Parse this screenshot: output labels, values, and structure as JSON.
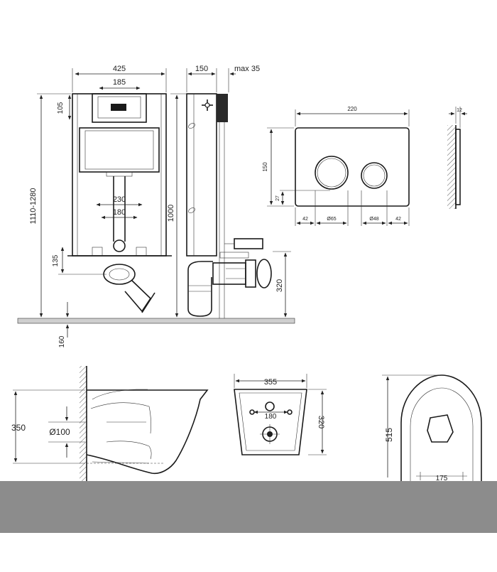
{
  "colors": {
    "line": "#1a1a1a",
    "floor": "#cfcfcf",
    "footer_band": "#8c8c8c"
  },
  "frame_front": {
    "width": "425",
    "top_width": "185",
    "top_height": "105",
    "range": "1110-1280",
    "pipe_230": "230",
    "pipe_180": "180",
    "bottom": "135",
    "floor": "160"
  },
  "frame_side": {
    "depth": "150",
    "max": "max 35",
    "height": "1000",
    "outlet": "320"
  },
  "button_plate": {
    "width": "220",
    "height": "150",
    "offset_y": "27",
    "left": "42",
    "large_btn": "Ø65",
    "small_btn": "Ø48",
    "right": "42",
    "thickness": "12"
  },
  "wc_side": {
    "height": "350",
    "pipe": "Ø100"
  },
  "wc_back": {
    "width": "355",
    "holes": "180",
    "height": "320"
  },
  "wc_top": {
    "length": "515",
    "spacing": "175"
  }
}
